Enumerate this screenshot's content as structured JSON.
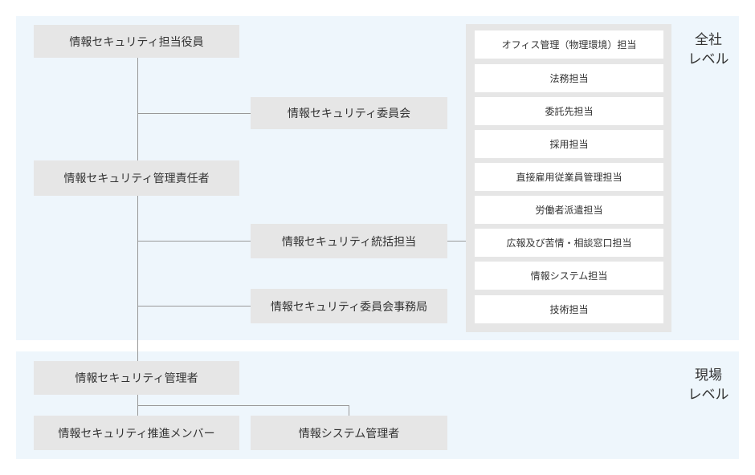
{
  "levels": {
    "company": [
      "全社",
      "レベル"
    ],
    "field": [
      "現場",
      "レベル"
    ]
  },
  "nodes": {
    "officer": "情報セキュリティ担当役員",
    "committee": "情報セキュリティ委員会",
    "manager_responsible": "情報セキュリティ管理責任者",
    "supervisor": "情報セキュリティ統括担当",
    "secretariat": "情報セキュリティ委員会事務局",
    "security_admin": "情報セキュリティ管理者",
    "promotion_member": "情報セキュリティ推進メンバー",
    "system_admin": "情報システム管理者"
  },
  "departments": [
    "オフィス管理（物理環境）担当",
    "法務担当",
    "委託先担当",
    "採用担当",
    "直接雇用従業員管理担当",
    "労働者派遣担当",
    "広報及び苦情・相談窓口担当",
    "情報システム担当",
    "技術担当"
  ],
  "colors": {
    "band": "#eef6fc",
    "box": "#e6e6e6",
    "inner_box": "#ffffff",
    "line": "#999999",
    "text": "#333333"
  }
}
